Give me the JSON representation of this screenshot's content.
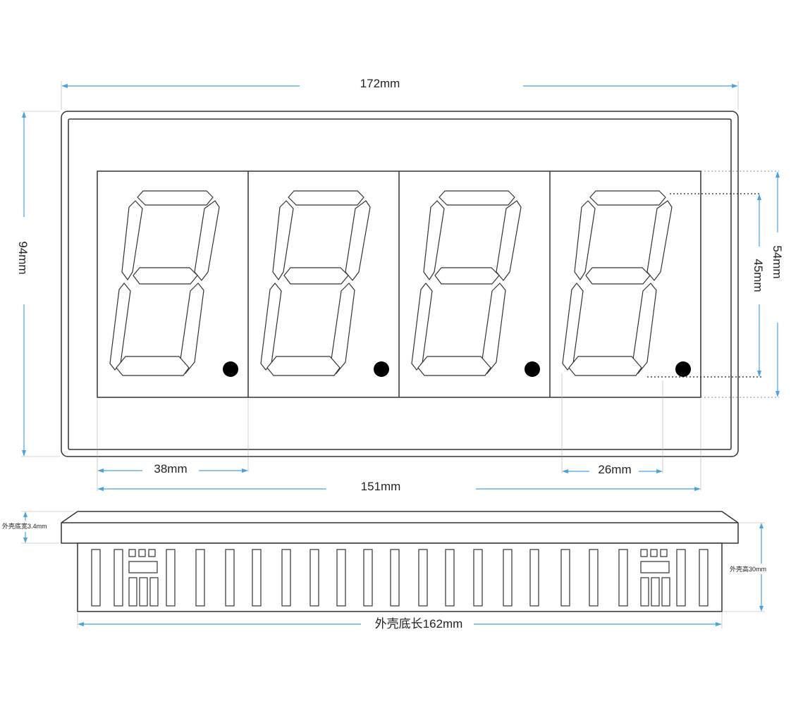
{
  "dimensions": {
    "overall_width": "172mm",
    "overall_height": "94mm",
    "digit_pitch": "38mm",
    "display_width": "151mm",
    "digit_width": "26mm",
    "window_height": "54mm",
    "digit_height": "45mm",
    "bezel_thickness": "外壳底宽3.4mm",
    "housing_height": "外壳高30mm",
    "housing_length": "外壳底长162mm"
  },
  "display": {
    "digit_count": 4,
    "segments_per_digit": 7,
    "decimal_points": 4
  },
  "colors": {
    "dimension_line": "#4aa3df",
    "outline": "#333333",
    "decimal_point": "#000000"
  }
}
